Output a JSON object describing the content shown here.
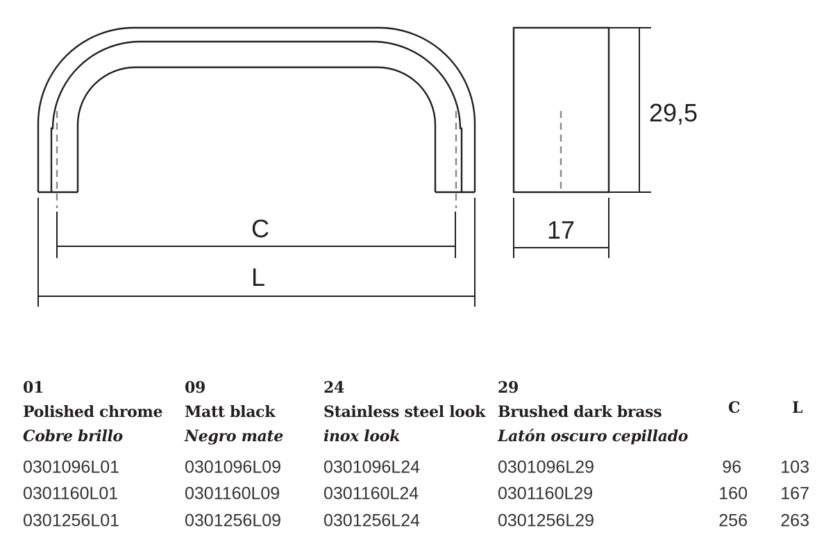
{
  "drawing": {
    "dimensions": {
      "c_label": "C",
      "l_label": "L",
      "height": "29,5",
      "width": "17"
    }
  },
  "finishes": [
    {
      "code": "01",
      "name_en": "Polished chrome",
      "name_es": "Cobre brillo",
      "refs": [
        "0301096L01",
        "0301160L01",
        "0301256L01"
      ]
    },
    {
      "code": "09",
      "name_en": "Matt black",
      "name_es": "Negro mate",
      "refs": [
        "0301096L09",
        "0301160L09",
        "0301256L09"
      ]
    },
    {
      "code": "24",
      "name_en": "Stainless steel look",
      "name_es": "inox look",
      "refs": [
        "0301096L24",
        "0301160L24",
        "0301256L24"
      ]
    },
    {
      "code": "29",
      "name_en": "Brushed dark brass",
      "name_es": "Latón oscuro cepillado",
      "refs": [
        "0301096L29",
        "0301160L29",
        "0301256L29"
      ]
    }
  ],
  "size_columns": {
    "c_header": "C",
    "l_header": "L"
  },
  "sizes": [
    {
      "c": "96",
      "l": "103"
    },
    {
      "c": "160",
      "l": "167"
    },
    {
      "c": "256",
      "l": "263"
    }
  ]
}
